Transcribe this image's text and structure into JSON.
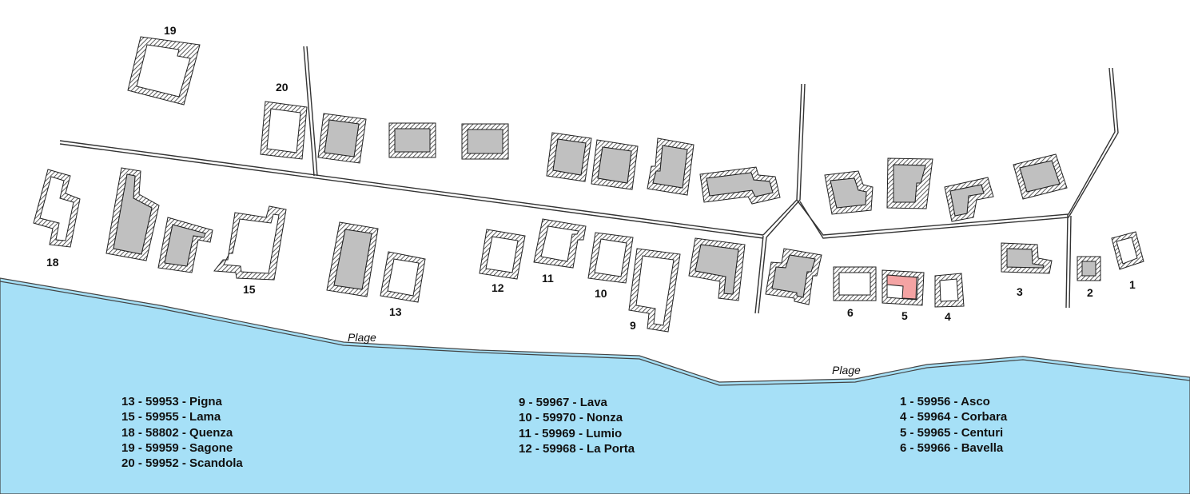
{
  "map": {
    "colors": {
      "sea": "#a6e0f7",
      "building_fill": "#c0c0c0",
      "highlight_fill": "#f4a3a3",
      "outline": "#222222"
    },
    "highlighted_lot": "5",
    "beach_labels": [
      "Plage",
      "Plage"
    ],
    "lot_numbers": [
      "1",
      "2",
      "3",
      "4",
      "5",
      "6",
      "9",
      "10",
      "11",
      "12",
      "13",
      "15",
      "18",
      "19",
      "20"
    ]
  },
  "legend": {
    "left": [
      "13 - 59953 - Pigna",
      "15 - 59955 - Lama",
      "18 - 58802 - Quenza",
      "19 - 59959 - Sagone",
      "20 - 59952 - Scandola"
    ],
    "middle": [
      "9 - 59967 - Lava",
      "10 - 59970 - Nonza",
      "11 - 59969 - Lumio",
      "12 - 59968 - La Porta"
    ],
    "right": [
      "1 - 59956 - Asco",
      "4 - 59964 - Corbara",
      "5 - 59965 - Centuri",
      "6 - 59966 - Bavella"
    ]
  }
}
